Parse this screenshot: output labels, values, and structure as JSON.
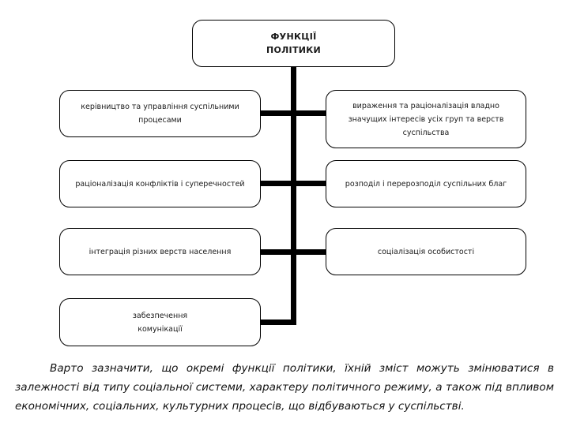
{
  "page": {
    "background_color": "#ffffff",
    "line_color": "#000000"
  },
  "diagram": {
    "root": {
      "lines": [
        "ФУНКЦІЇ",
        "ПОЛІТИКИ"
      ]
    },
    "left_column": [
      {
        "lines": [
          "керівництво та управління суспільними",
          "процесами"
        ]
      },
      {
        "lines": [
          "раціоналізація конфліктів і суперечностей"
        ]
      },
      {
        "lines": [
          "інтеграція різних верств населення"
        ]
      },
      {
        "lines": [
          "забезпечення",
          "комунікації"
        ]
      }
    ],
    "right_column": [
      {
        "lines": [
          "вираження та раціоналізація владно",
          "значущих інтересів усіх груп та верств",
          "суспільства"
        ]
      },
      {
        "lines": [
          "розподіл і перерозподіл суспільних благ"
        ]
      },
      {
        "lines": [
          "соціалізація особистості"
        ]
      }
    ],
    "note": "Варто зазначити, що окремі функції політики, їхній зміст можуть змінюватися в залежності від типу соціальної системи, характеру політичного режиму, а також під впливом економічних, соціальних, культурних процесів, що відбуваються у суспільстві."
  }
}
